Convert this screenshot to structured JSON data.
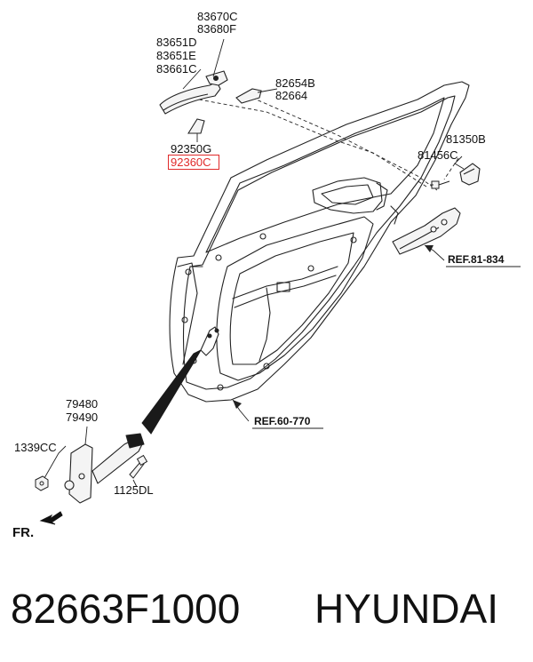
{
  "labels": {
    "p83670C": "83670C",
    "p83680F": "83680F",
    "p83651D": "83651D",
    "p83651E": "83651E",
    "p83661C": "83661C",
    "p82654B": "82654B",
    "p82664": "82664",
    "p92350G": "92350G",
    "p92360C": "92360C",
    "p81350B": "81350B",
    "p81456C": "81456C",
    "p79480": "79480",
    "p79490": "79490",
    "p1339CC": "1339CC",
    "p1125DL": "1125DL"
  },
  "refs": {
    "ref81": "REF.81-834",
    "ref60": "REF.60-770"
  },
  "direction": "FR.",
  "footer": {
    "part_number": "82663F1000",
    "brand": "HYUNDAI"
  },
  "colors": {
    "line": "#222222",
    "highlight": "#e02a2a",
    "strap": "#1a1a1a"
  }
}
